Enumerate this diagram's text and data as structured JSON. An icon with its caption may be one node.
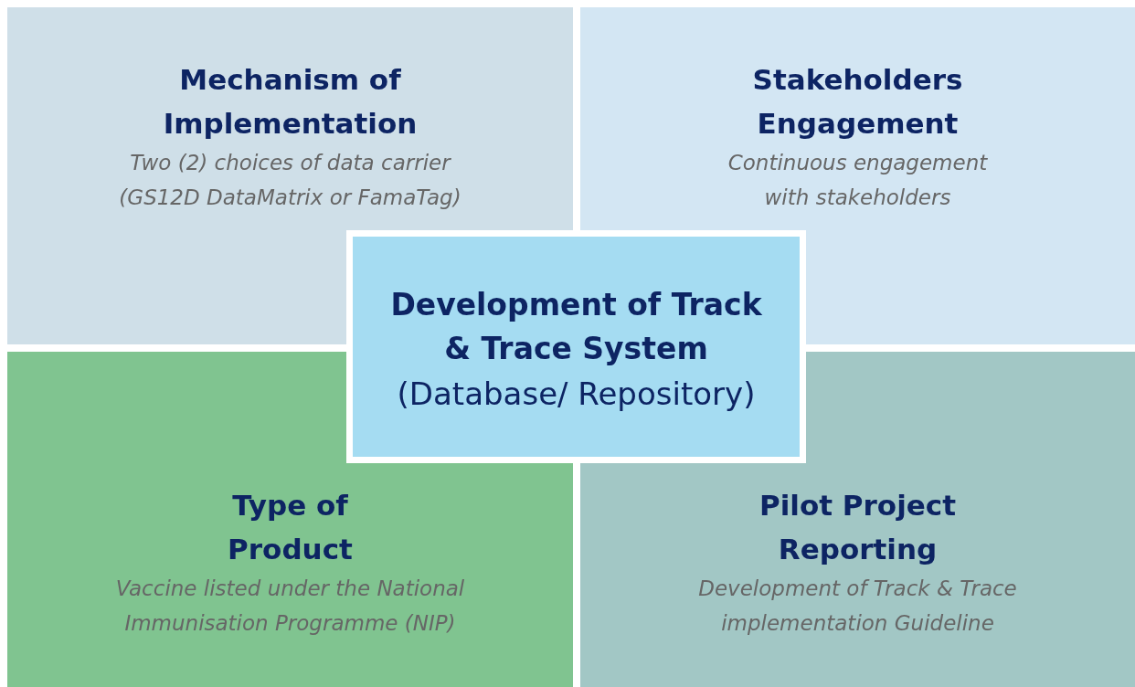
{
  "diagram": {
    "nodes": [
      {
        "text": [
          "Mechanism of Implementation",
          "Two (2) choices of data carrier (GS12D DataMatrix or FamaTag)"
        ]
      },
      {
        "text": [
          "Stakeholders Engagement",
          "Continuous engagement with stakeholders"
        ]
      },
      {
        "text": [
          "Development of Track & Trace System",
          "(Database/ Repository)"
        ]
      },
      {
        "text": [
          "Type of Product",
          "Vaccine listed under the National Immunisation Programme (NIP)"
        ]
      },
      {
        "text": [
          "Pilot Project Reporting",
          "Development of Track & Trace implementation Guideline"
        ]
      }
    ],
    "edges": []
  }
}
